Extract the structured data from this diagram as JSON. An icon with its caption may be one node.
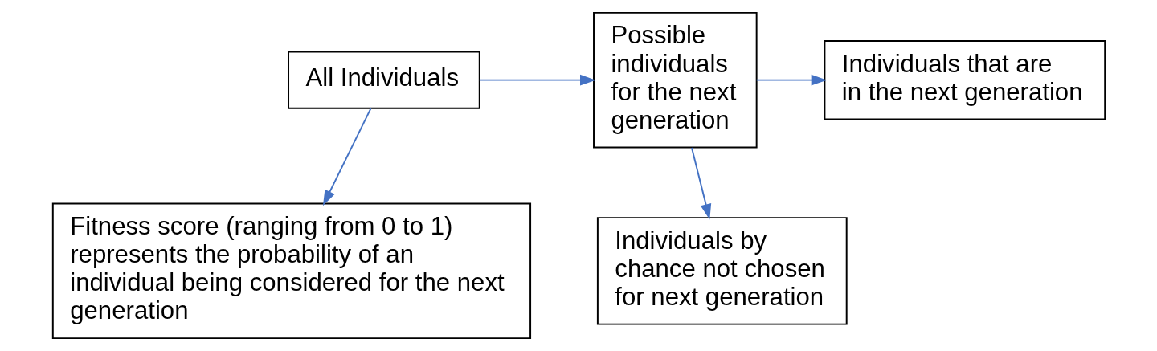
{
  "diagram": {
    "nodes": [
      {
        "text": [
          "All Individuals"
        ]
      },
      {
        "text": [
          "Possible individuals for the next generation"
        ]
      },
      {
        "text": [
          "Individuals that are in the next generation"
        ]
      },
      {
        "text": [
          "Fitness score (ranging from 0 to 1) represents the probability of an individual being considered for the next generation"
        ]
      },
      {
        "text": [
          "Individuals by chance not chosen for next generation"
        ]
      }
    ],
    "edges": [
      {
        "from": 0,
        "to": 1,
        "arrow": "to"
      },
      {
        "from": 0,
        "to": 3,
        "arrow": "to"
      },
      {
        "from": 1,
        "to": 2,
        "arrow": "to"
      },
      {
        "from": 1,
        "to": 4,
        "arrow": "to"
      }
    ]
  }
}
